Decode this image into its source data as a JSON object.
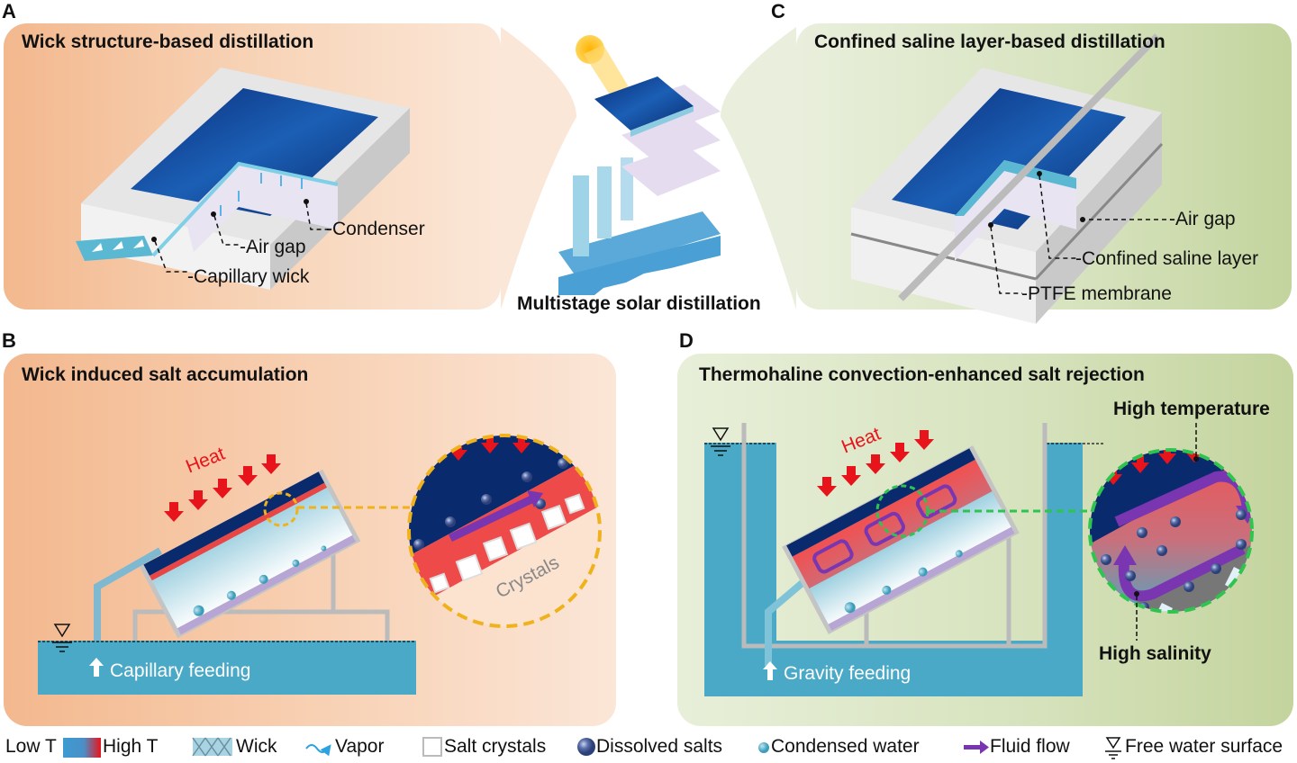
{
  "panels": {
    "A": {
      "label": "A",
      "title": "Wick structure-based distillation",
      "callouts": [
        "-Condenser",
        "-Air gap",
        "-Capillary wick"
      ]
    },
    "center": {
      "title": "Multistage solar distillation"
    },
    "C": {
      "label": "C",
      "title": "Confined saline layer-based distillation",
      "callouts": [
        "-Air gap",
        "-Confined saline layer",
        "-PTFE membrane"
      ]
    },
    "B": {
      "label": "B",
      "title": "Wick induced salt accumulation",
      "heat": "Heat",
      "feeding": "Capillary feeding",
      "crystals": "Crystals"
    },
    "D": {
      "label": "D",
      "title": "Thermohaline convection-enhanced salt rejection",
      "heat": "Heat",
      "feeding": "Gravity feeding",
      "high_temp": "High temperature",
      "high_salinity": "High salinity"
    }
  },
  "legend": {
    "low_t": "Low T",
    "high_t": "High T",
    "wick": "Wick",
    "vapor": "Vapor",
    "salt_crystals": "Salt crystals",
    "dissolved_salts": "Dissolved salts",
    "condensed_water": "Condensed water",
    "fluid_flow": "Fluid flow",
    "free_water_surface": "Free water surface"
  },
  "colors": {
    "absorber": "#0a2a6e",
    "heat_arrow": "#e8141b",
    "water": "#4aa9c6",
    "fluid_flow": "#7a35b0",
    "crystal_circle": "#f0b21c",
    "convection_circle": "#2ec44f"
  }
}
